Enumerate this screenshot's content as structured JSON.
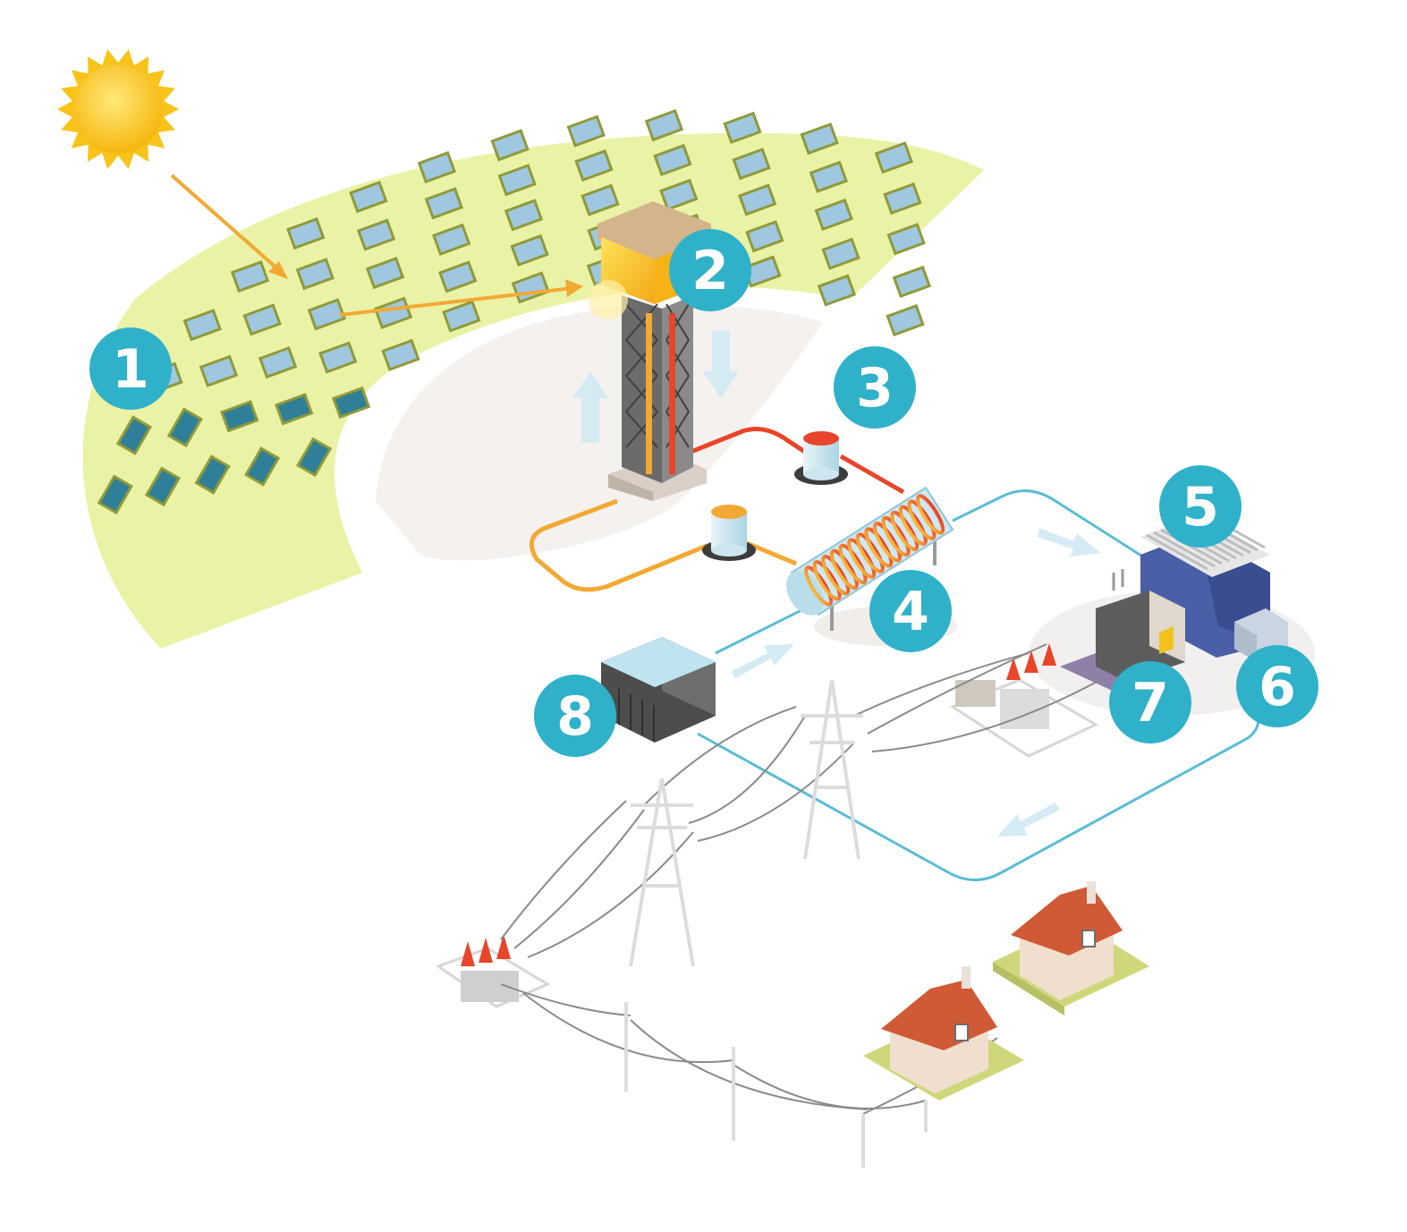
{
  "colors": {
    "badge": "#2fb1c9",
    "field": "#eaf2a6",
    "hot_loop": "#e8452a",
    "warm_loop": "#f2a933",
    "water_loop": "#5bbcd6",
    "building_blue": "#4a5fa8",
    "roof": "#d05a35",
    "sun": "#f8c41a"
  },
  "badges": [
    {
      "id": "heliostat-field",
      "number": "1"
    },
    {
      "id": "receiver-tower",
      "number": "2"
    },
    {
      "id": "salt-storage",
      "number": "3"
    },
    {
      "id": "heat-exchanger",
      "number": "4"
    },
    {
      "id": "turbine-hall",
      "number": "5"
    },
    {
      "id": "generator",
      "number": "6"
    },
    {
      "id": "transformer",
      "number": "7"
    },
    {
      "id": "cooling-condenser",
      "number": "8"
    }
  ]
}
